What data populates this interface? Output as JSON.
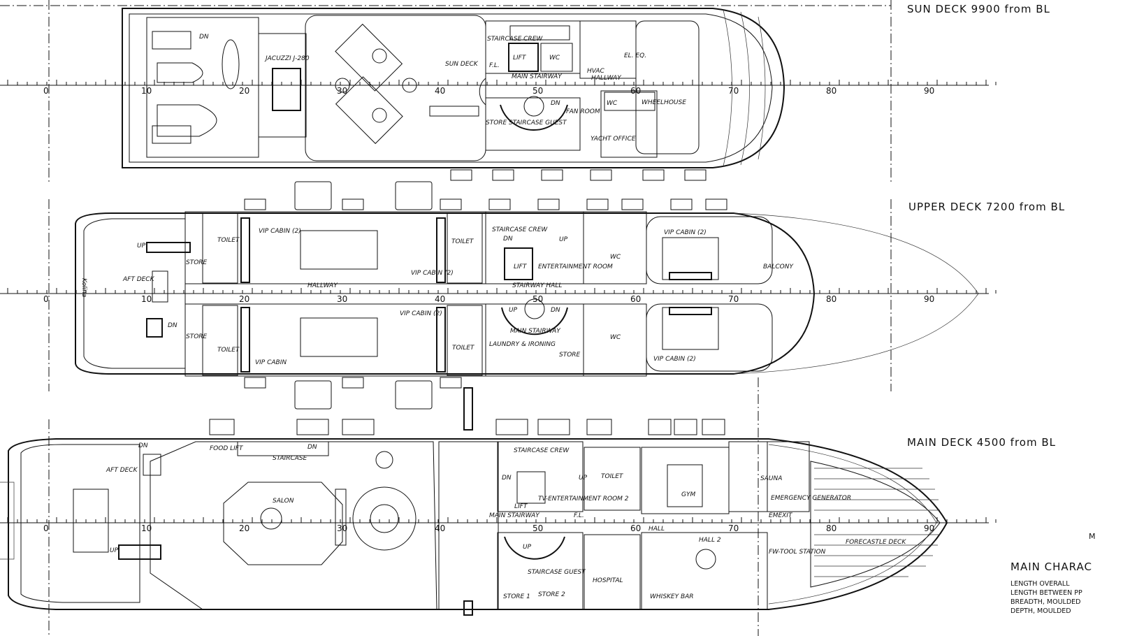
{
  "decks": [
    {
      "id": "sun",
      "title": "SUN DECK 9900 from BL",
      "rooms": [
        "DN",
        "JACUZZI J-280",
        "SUN DECK",
        "STAIRCASE CREW",
        "LIFT",
        "WC",
        "F.L.",
        "MAIN STAIRWAY",
        "HVAC",
        "EL. EQ.",
        "HALLWAY",
        "WC",
        "WHEELHOUSE",
        "STORE",
        "STAIRCASE GUEST",
        "DN",
        "FAN ROOM",
        "YACHT OFFICE"
      ]
    },
    {
      "id": "upper",
      "title": "UPPER DECK 7200 from BL",
      "rooms": [
        "UP",
        "AFT DECK",
        "DN",
        "STORE",
        "STORE",
        "TOILET",
        "VIP CABIN (2)",
        "TOILET",
        "VIP CABIN (2)",
        "HALLWAY",
        "STAIRCASE CREW",
        "DN",
        "UP",
        "LIFT",
        "ENTERTAINMENT ROOM",
        "STAIRWAY HALL",
        "WC",
        "VIP CABIN (2)",
        "BALCONY",
        "UP",
        "DN",
        "MAIN STAIRWAY",
        "LAUNDRY & IRONING",
        "STORE",
        "WC",
        "VIP CABIN (2)",
        "TOILET",
        "VIP CABIN",
        "VIP CABIN (2)",
        "TOILET",
        "Kolina"
      ]
    },
    {
      "id": "main",
      "title": "MAIN DECK 4500 from BL",
      "rooms": [
        "DN",
        "AFT DECK",
        "FOOD LIFT",
        "STAIRCASE",
        "DN",
        "SALON",
        "UP",
        "STAIRCASE CREW",
        "DN",
        "UP",
        "LIFT",
        "TV-ENTERTAINMENT ROOM 2",
        "F.L.",
        "MAIN STAIRWAY",
        "TOILET",
        "GYM",
        "SAUNA",
        "EMERGENCY GENERATOR",
        "HALL",
        "HALL 2",
        "EMEXIT",
        "FW-TOOL STATION",
        "FORECASTLE DECK",
        "UP",
        "STAIRCASE GUEST",
        "HOSPITAL",
        "STORE 1",
        "STORE 2",
        "WHISKEY BAR"
      ]
    }
  ],
  "frame_labels": [
    "0",
    "10",
    "20",
    "30",
    "40",
    "50",
    "60",
    "70",
    "80",
    "90"
  ],
  "side_note": "M",
  "characteristics": {
    "title": "MAIN CHARAC",
    "items": [
      "LENGTH OVERALL",
      "LENGTH BETWEEN PP",
      "BREADTH, MOULDED",
      "DEPTH, MOULDED"
    ]
  }
}
